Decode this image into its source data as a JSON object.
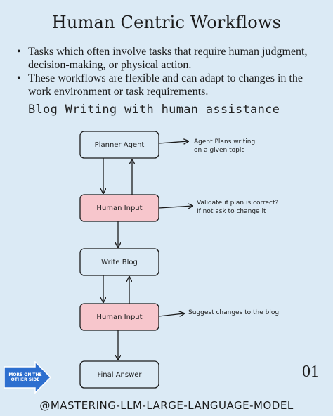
{
  "title": "Human Centric Workflows",
  "bullets": [
    "Tasks which often involve tasks that require human judgment, decision-making, or physical action.",
    "These workflows are flexible and can adapt to changes in the work environment or task requirements."
  ],
  "bullet_glyph": "•",
  "diagram": {
    "title": "Blog Writing with human assistance",
    "nodes": [
      {
        "label": "Planner Agent",
        "fill": "#dbeaf5"
      },
      {
        "label": "Human Input",
        "fill": "#f7c6cc"
      },
      {
        "label": "Write Blog",
        "fill": "#dbeaf5"
      },
      {
        "label": "Human Input",
        "fill": "#f7c6cc"
      },
      {
        "label": "Final Answer",
        "fill": "#dbeaf5"
      }
    ],
    "notes": [
      {
        "lines": [
          "Agent Plans writing",
          "on a given topic"
        ]
      },
      {
        "lines": [
          "Validate if plan is correct?",
          "If not ask to change it"
        ]
      },
      {
        "lines": [
          "Suggest changes to the blog"
        ]
      }
    ]
  },
  "badge": {
    "lines": [
      "MORE ON THE",
      "OTHER SIDE"
    ],
    "color": "#2d6fcf",
    "icon": "arrow-right-icon"
  },
  "page_number": "01",
  "footer": "@MASTERING-LLM-LARGE-LANGUAGE-MODEL"
}
